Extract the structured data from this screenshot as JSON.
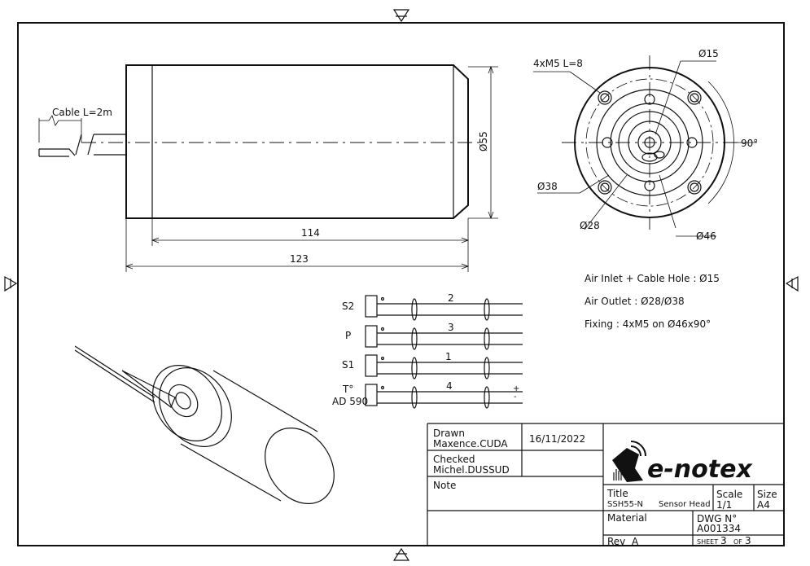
{
  "side_view": {
    "cable_label": "Cable L=2m",
    "diameter_label": "Ø55",
    "dim_inner": "114",
    "dim_overall": "123"
  },
  "front_view": {
    "holes_label": "4xM5 L=8",
    "d15": "Ø15",
    "d38": "Ø38",
    "d28": "Ø28",
    "d46": "Ø46",
    "angle": "90°"
  },
  "notes": {
    "air_inlet": "Air Inlet + Cable Hole : Ø15",
    "air_outlet": "Air Outlet : Ø28/Ø38",
    "fixing": "Fixing : 4xM5 on Ø46x90°"
  },
  "wiring": {
    "rows": [
      {
        "label": "S2",
        "wire": "2"
      },
      {
        "label": "P",
        "wire": "3"
      },
      {
        "label": "S1",
        "wire": "1"
      },
      {
        "label": "T°",
        "label2": "AD 590",
        "wire": "4",
        "plus": "+",
        "minus": "-"
      }
    ]
  },
  "title_block": {
    "drawn_label": "Drawn",
    "drawn_by": "Maxence.CUDA",
    "drawn_date": "16/11/2022",
    "checked_label": "Checked",
    "checked_by": "Michel.DUSSUD",
    "note_label": "Note",
    "logo_text": "e-notex",
    "title_label": "Title",
    "title_part": "SSH55-N",
    "title_name": "Sensor Head",
    "scale_label": "Scale",
    "scale_value": "1/1",
    "size_label": "Size",
    "size_value": "A4",
    "material_label": "Material",
    "dwg_label": "DWG N°",
    "dwg_value": "A001334",
    "rev_label": "Rev",
    "rev_value": "A",
    "sheet_label": "SHEET",
    "sheet_value": "3",
    "of_label": "OF",
    "sheet_total": "3"
  }
}
